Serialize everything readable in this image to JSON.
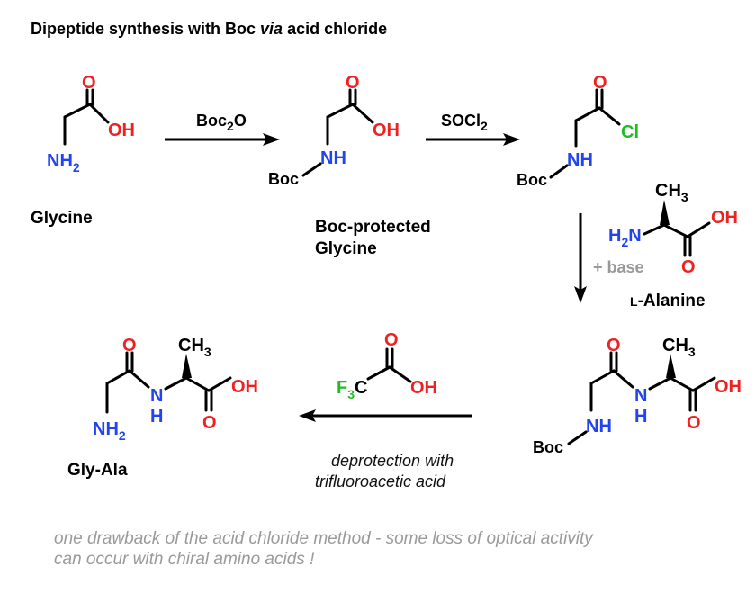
{
  "title": {
    "prefix": "Dipeptide synthesis with Boc ",
    "via": "via",
    "suffix": " acid chloride"
  },
  "atoms": {
    "O": "O",
    "OH": "OH",
    "NH": "NH",
    "N": "N",
    "H": "H",
    "C": "C",
    "Cl": "Cl",
    "Boc": "Boc",
    "NH2_main": "NH",
    "H2N_main": "H",
    "H2N_tail": "N",
    "CH3_main": "CH",
    "F3_main": "F",
    "sub_2": "2",
    "sub_3": "3"
  },
  "labels": {
    "glycine": "Glycine",
    "boc_protected_line1": "Boc-protected",
    "boc_protected_line2": "Glycine",
    "l_alanine_prefix": "L",
    "l_alanine_suffix": "-Alanine",
    "gly_ala": "Gly-Ala"
  },
  "reagents": {
    "boc2o_main": "Boc",
    "boc2o_sub": "2",
    "boc2o_tail": "O",
    "socl2_main": "SOCl",
    "socl2_sub": "2",
    "plus_base": "+ base",
    "deprotection_line1": "deprotection with",
    "deprotection_line2": "trifluoroacetic acid"
  },
  "note": {
    "line1": "one drawback of the acid chloride method - some loss of optical activity",
    "line2": "can occur with chiral amino acids !"
  },
  "colors": {
    "oxygen": "#ee2222",
    "nitrogen": "#2244ee",
    "chlorine": "#22bb22",
    "fluorine": "#22bb22",
    "note_gray": "#9a9a9a",
    "base_gray": "#999999"
  }
}
